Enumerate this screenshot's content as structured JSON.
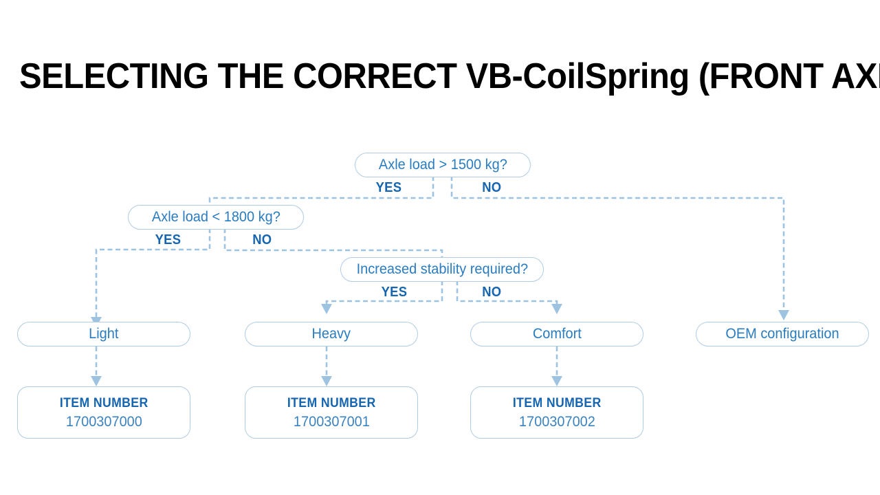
{
  "title": "SELECTING THE CORRECT VB-CoilSpring (FRONT AXLE)",
  "colors": {
    "node_border": "#aecbe6",
    "node_text": "#2a7cc0",
    "branch_text": "#1565b0",
    "connector": "#9dc3e0",
    "item_heading": "#1565b0",
    "item_value": "#3a82c0",
    "title_text": "#000000",
    "background": "#ffffff"
  },
  "decisions": [
    {
      "id": "axle-load-gt-1500",
      "label": "Axle load > 1500 kg?",
      "yes": "YES",
      "no": "NO"
    },
    {
      "id": "axle-load-lt-1800",
      "label": "Axle load < 1800 kg?",
      "yes": "YES",
      "no": "NO"
    },
    {
      "id": "increased-stability",
      "label": "Increased stability required?",
      "yes": "YES",
      "no": "NO"
    }
  ],
  "results": [
    {
      "id": "light",
      "label": "Light"
    },
    {
      "id": "heavy",
      "label": "Heavy"
    },
    {
      "id": "comfort",
      "label": "Comfort"
    },
    {
      "id": "oem",
      "label": "OEM configuration"
    }
  ],
  "items": [
    {
      "id": "item-light",
      "heading": "ITEM NUMBER",
      "value": "1700307000"
    },
    {
      "id": "item-heavy",
      "heading": "ITEM NUMBER",
      "value": "1700307001"
    },
    {
      "id": "item-comfort",
      "heading": "ITEM NUMBER",
      "value": "1700307002"
    }
  ],
  "branch_labels": {
    "d1_yes": "YES",
    "d1_no": "NO",
    "d2_yes": "YES",
    "d2_no": "NO",
    "d3_yes": "YES",
    "d3_no": "NO"
  }
}
